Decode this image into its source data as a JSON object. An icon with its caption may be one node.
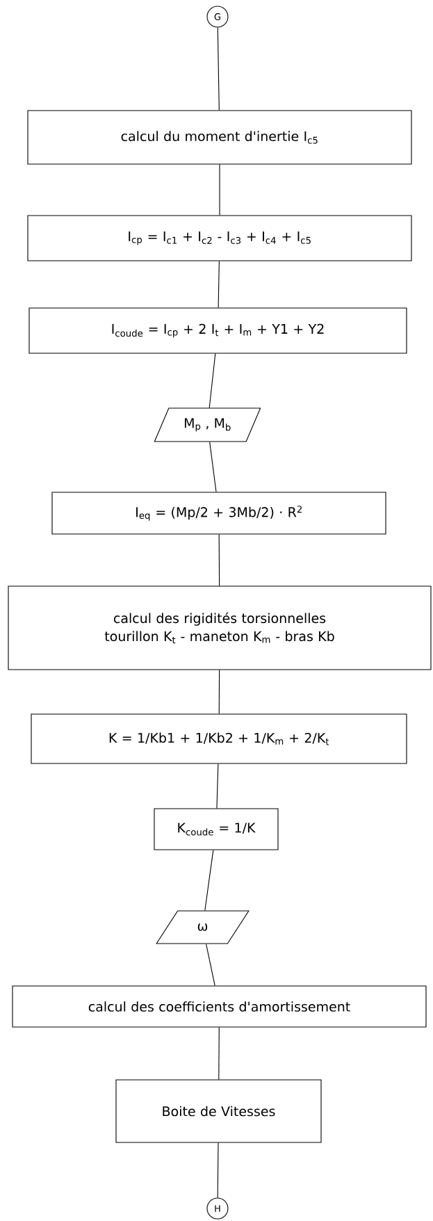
{
  "diagram": {
    "nodes": [
      {
        "text": [
          "G"
        ]
      },
      {
        "text": [
          "calcul du moment d'inertie I$_{c5}$"
        ]
      },
      {
        "text": [
          "I$_{cp}$ = I$_{c1}$ + I$_{c2}$ - I$_{c3}$ + I$_{c4}$ + I$_{c5}$"
        ]
      },
      {
        "text": [
          "I$_{coude}$ = I$_{cp}$ + 2 I$_{t}$ + I$_{m}$ + Y1 + Y2"
        ]
      },
      {
        "text": [
          "M$_{p}$ , M$_{b}$"
        ]
      },
      {
        "text": [
          "I$_{eq}$ = (Mp/2 + 3Mb/2) · R$^{2}$"
        ]
      },
      {
        "text": [
          "calcul des rigidités torsionnelles tourillon K$_{t}$ - maneton K$_{m}$ - bras Kb"
        ]
      },
      {
        "text": [
          "K = 1/Kb1 + 1/Kb2 + 1/K$_{m}$ + 2/K$_{t}$"
        ]
      },
      {
        "text": [
          "K$_{coude}$ = 1/K"
        ]
      },
      {
        "text": [
          "ω"
        ]
      },
      {
        "text": [
          "calcul des coefficients d'amortissement"
        ]
      },
      {
        "text": [
          "Boite de Vitesses"
        ]
      },
      {
        "text": [
          "H"
        ]
      }
    ],
    "edges": [
      {
        "from": 0,
        "to": 1,
        "arrow": "none"
      },
      {
        "from": 1,
        "to": 2,
        "arrow": "none"
      },
      {
        "from": 2,
        "to": 3,
        "arrow": "none"
      },
      {
        "from": 3,
        "to": 4,
        "arrow": "none"
      },
      {
        "from": 4,
        "to": 5,
        "arrow": "none"
      },
      {
        "from": 5,
        "to": 6,
        "arrow": "none"
      },
      {
        "from": 6,
        "to": 7,
        "arrow": "none"
      },
      {
        "from": 7,
        "to": 8,
        "arrow": "none"
      },
      {
        "from": 8,
        "to": 9,
        "arrow": "none"
      },
      {
        "from": 9,
        "to": 10,
        "arrow": "none"
      },
      {
        "from": 10,
        "to": 11,
        "arrow": "none"
      },
      {
        "from": 11,
        "to": 12,
        "arrow": "none"
      }
    ]
  }
}
